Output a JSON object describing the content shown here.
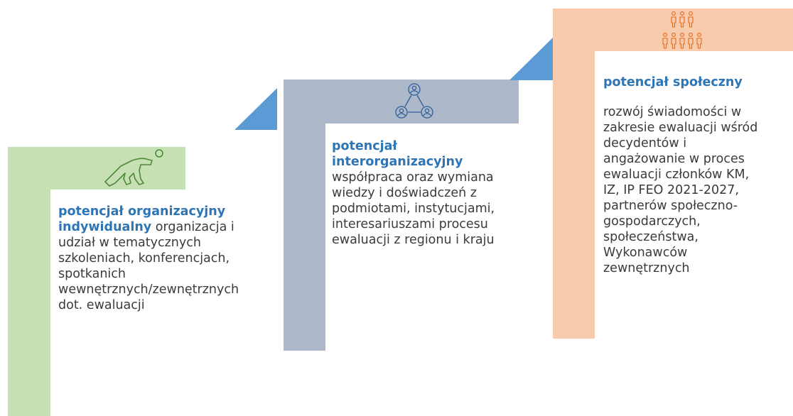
{
  "steps": [
    {
      "title": "potencjał organizacyjny indywidualny",
      "title_part1": "potencjał organizacyjny",
      "title_part2": "indywidualny",
      "body_inline": "organizacja i udział w  tematycznych szkoleniach, konferencjach, spotkanich wewnętrznych/zewnętrznych dot. ewaluacji",
      "body_lines": [
        "organizacja i",
        "udział w  tematycznych",
        "szkoleniach, konferencjach,",
        "spotkanich",
        "wewnętrznych/zewnętrznych",
        "dot. ewaluacji"
      ],
      "icon": "person-crawling-icon",
      "color": "#c6e0b4"
    },
    {
      "title": "potencjał interorganizacyjny",
      "title_lines": [
        "potencjał",
        "interorganizacyjny"
      ],
      "body_lines": [
        "współpraca oraz wymiana",
        "wiedzy i doświadczeń z",
        "podmiotami,  instytucjami,",
        "interesariuszami procesu",
        "ewaluacji z regionu i kraju"
      ],
      "icon": "network-people-icon",
      "color": "#adb9ca"
    },
    {
      "title": "potencjał społeczny",
      "body_lines": [
        "rozwój świadomości w",
        "zakresie ewaluacji wśród",
        "decydentów i",
        "angażowanie w proces",
        "ewaluacji członków KM,",
        "IZ, IP FEO 2021-2027,",
        "partnerów społeczno-",
        "gospodarczych,",
        "społeczeństwa,",
        "Wykonawców",
        "zewnętrznych"
      ],
      "icon": "group-people-icon",
      "color": "#f8cbad"
    }
  ],
  "colors": {
    "accent_blue": "#5b9bd5",
    "title_blue": "#2e75b6",
    "text": "#3b3b3b",
    "icon_orange": "#e06a1f"
  }
}
